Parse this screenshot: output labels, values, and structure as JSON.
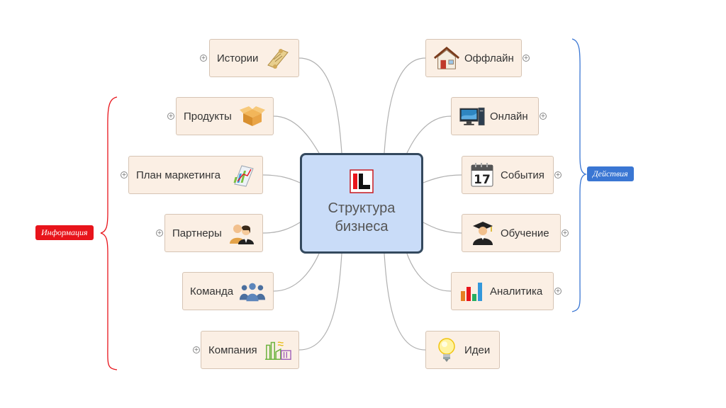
{
  "central": {
    "title": "Структура бизнеса",
    "logo": "IL-logo-icon"
  },
  "groups": {
    "left": {
      "label": "Информация",
      "color": "#e8141b"
    },
    "right": {
      "label": "Действия",
      "color": "#3a76d3"
    }
  },
  "left_nodes": [
    {
      "label": "Истории",
      "icon": "scroll-icon"
    },
    {
      "label": "Продукты",
      "icon": "box-icon"
    },
    {
      "label": "План маркетинга",
      "icon": "chart-doc-icon"
    },
    {
      "label": "Партнеры",
      "icon": "partners-icon"
    },
    {
      "label": "Команда",
      "icon": "team-icon"
    },
    {
      "label": "Компания",
      "icon": "factory-icon"
    }
  ],
  "right_nodes": [
    {
      "label": "Оффлайн",
      "icon": "house-icon"
    },
    {
      "label": "Онлайн",
      "icon": "computer-icon"
    },
    {
      "label": "События",
      "icon": "calendar-icon",
      "day": "17"
    },
    {
      "label": "Обучение",
      "icon": "graduate-icon"
    },
    {
      "label": "Аналитика",
      "icon": "bar-chart-icon"
    },
    {
      "label": "Идеи",
      "icon": "lightbulb-icon"
    }
  ]
}
